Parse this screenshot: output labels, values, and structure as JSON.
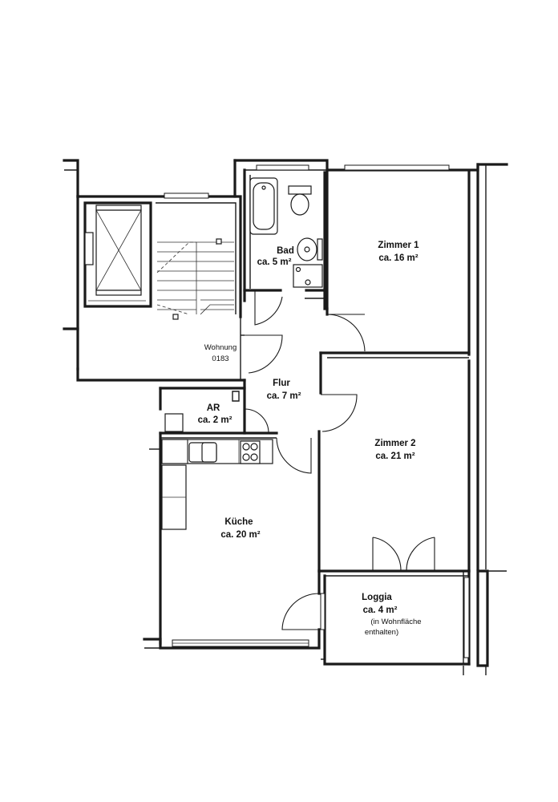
{
  "rooms": {
    "bad": {
      "name": "Bad",
      "area": "ca. 5 m²"
    },
    "zimmer1": {
      "name": "Zimmer 1",
      "area": "ca. 16 m²"
    },
    "wohnung": {
      "name": "Wohnung",
      "number": "0183"
    },
    "flur": {
      "name": "Flur",
      "area": "ca. 7 m²"
    },
    "ar": {
      "name": "AR",
      "area": "ca. 2 m²"
    },
    "zimmer2": {
      "name": "Zimmer 2",
      "area": "ca. 21 m²"
    },
    "kueche": {
      "name": "Küche",
      "area": "ca. 20 m²"
    },
    "loggia": {
      "name": "Loggia",
      "area": "ca. 4 m²",
      "note1": "(in Wohnfläche",
      "note2": "enthalten)"
    }
  }
}
